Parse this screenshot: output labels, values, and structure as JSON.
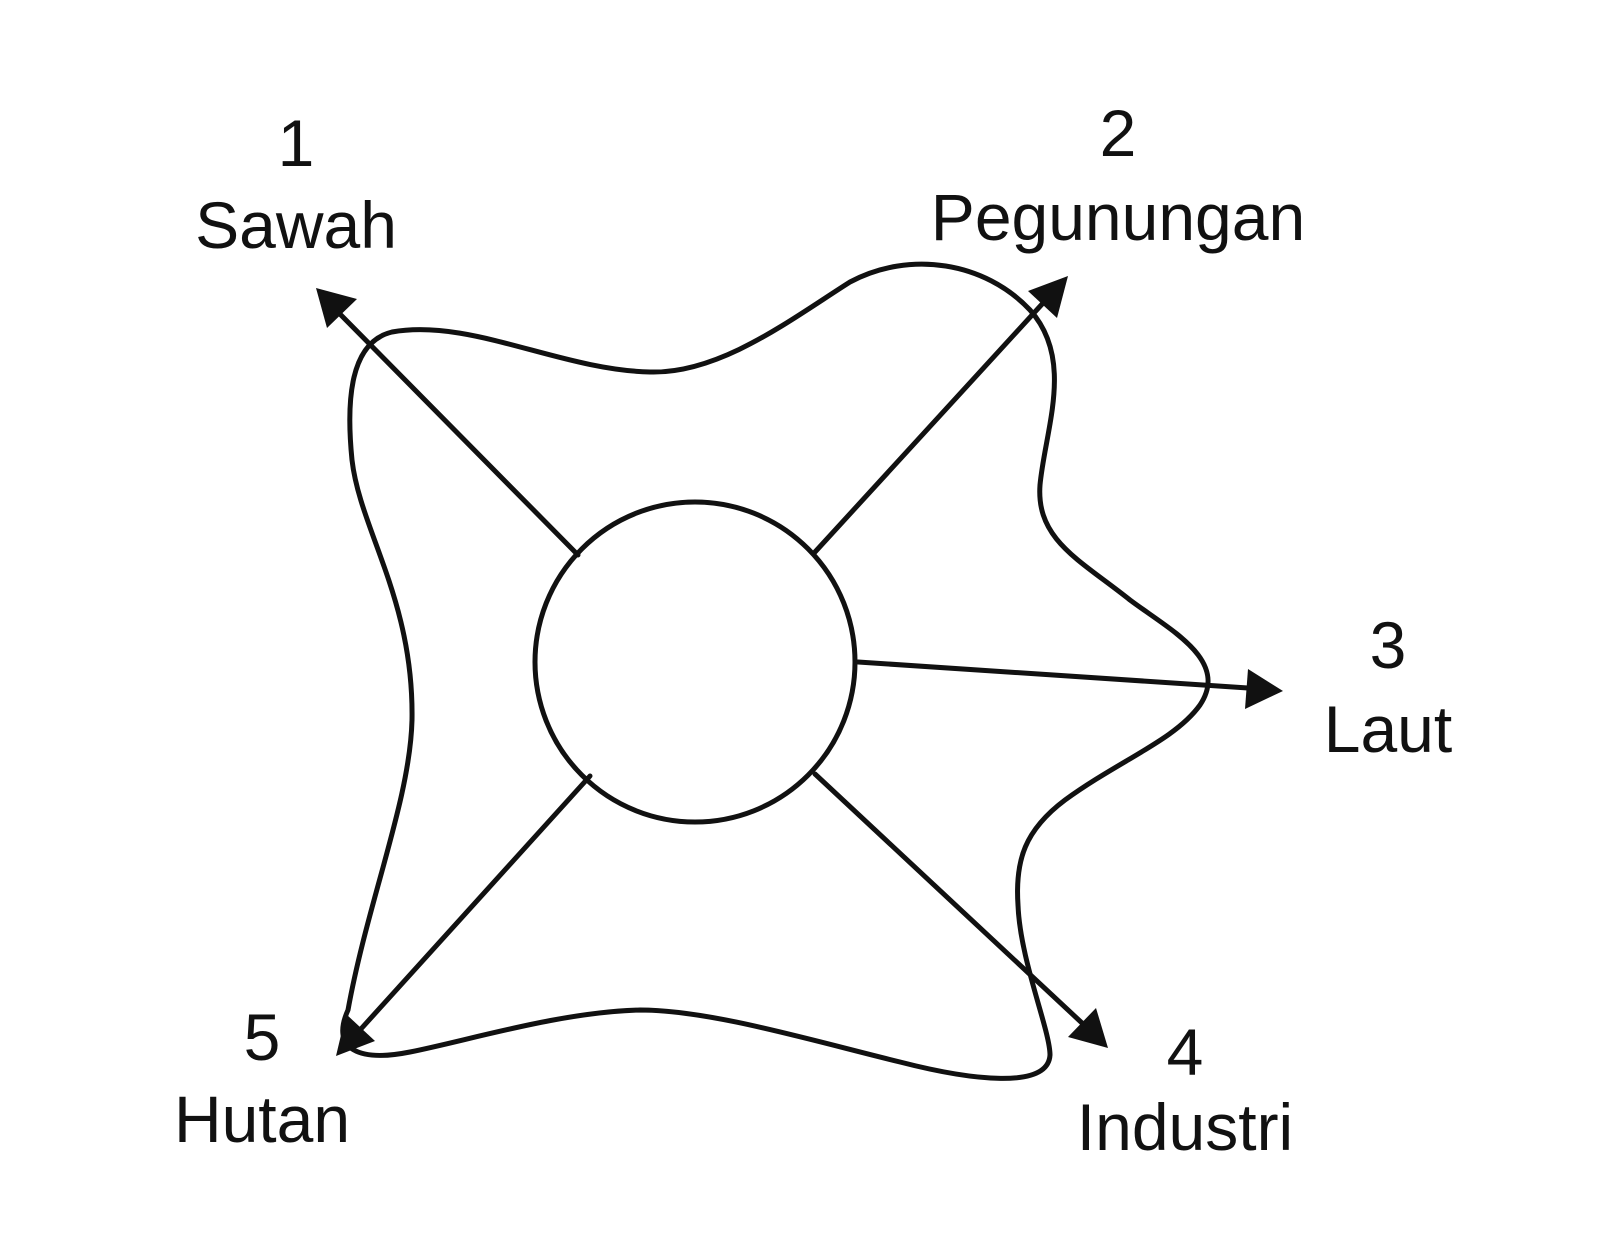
{
  "nodes": [
    {
      "number": "1",
      "label": "Sawah"
    },
    {
      "number": "2",
      "label": "Pegunungan"
    },
    {
      "number": "3",
      "label": "Laut"
    },
    {
      "number": "4",
      "label": "Industri"
    },
    {
      "number": "5",
      "label": "Hutan"
    }
  ],
  "colors": {
    "ink": "#111111",
    "background": "#ffffff"
  }
}
